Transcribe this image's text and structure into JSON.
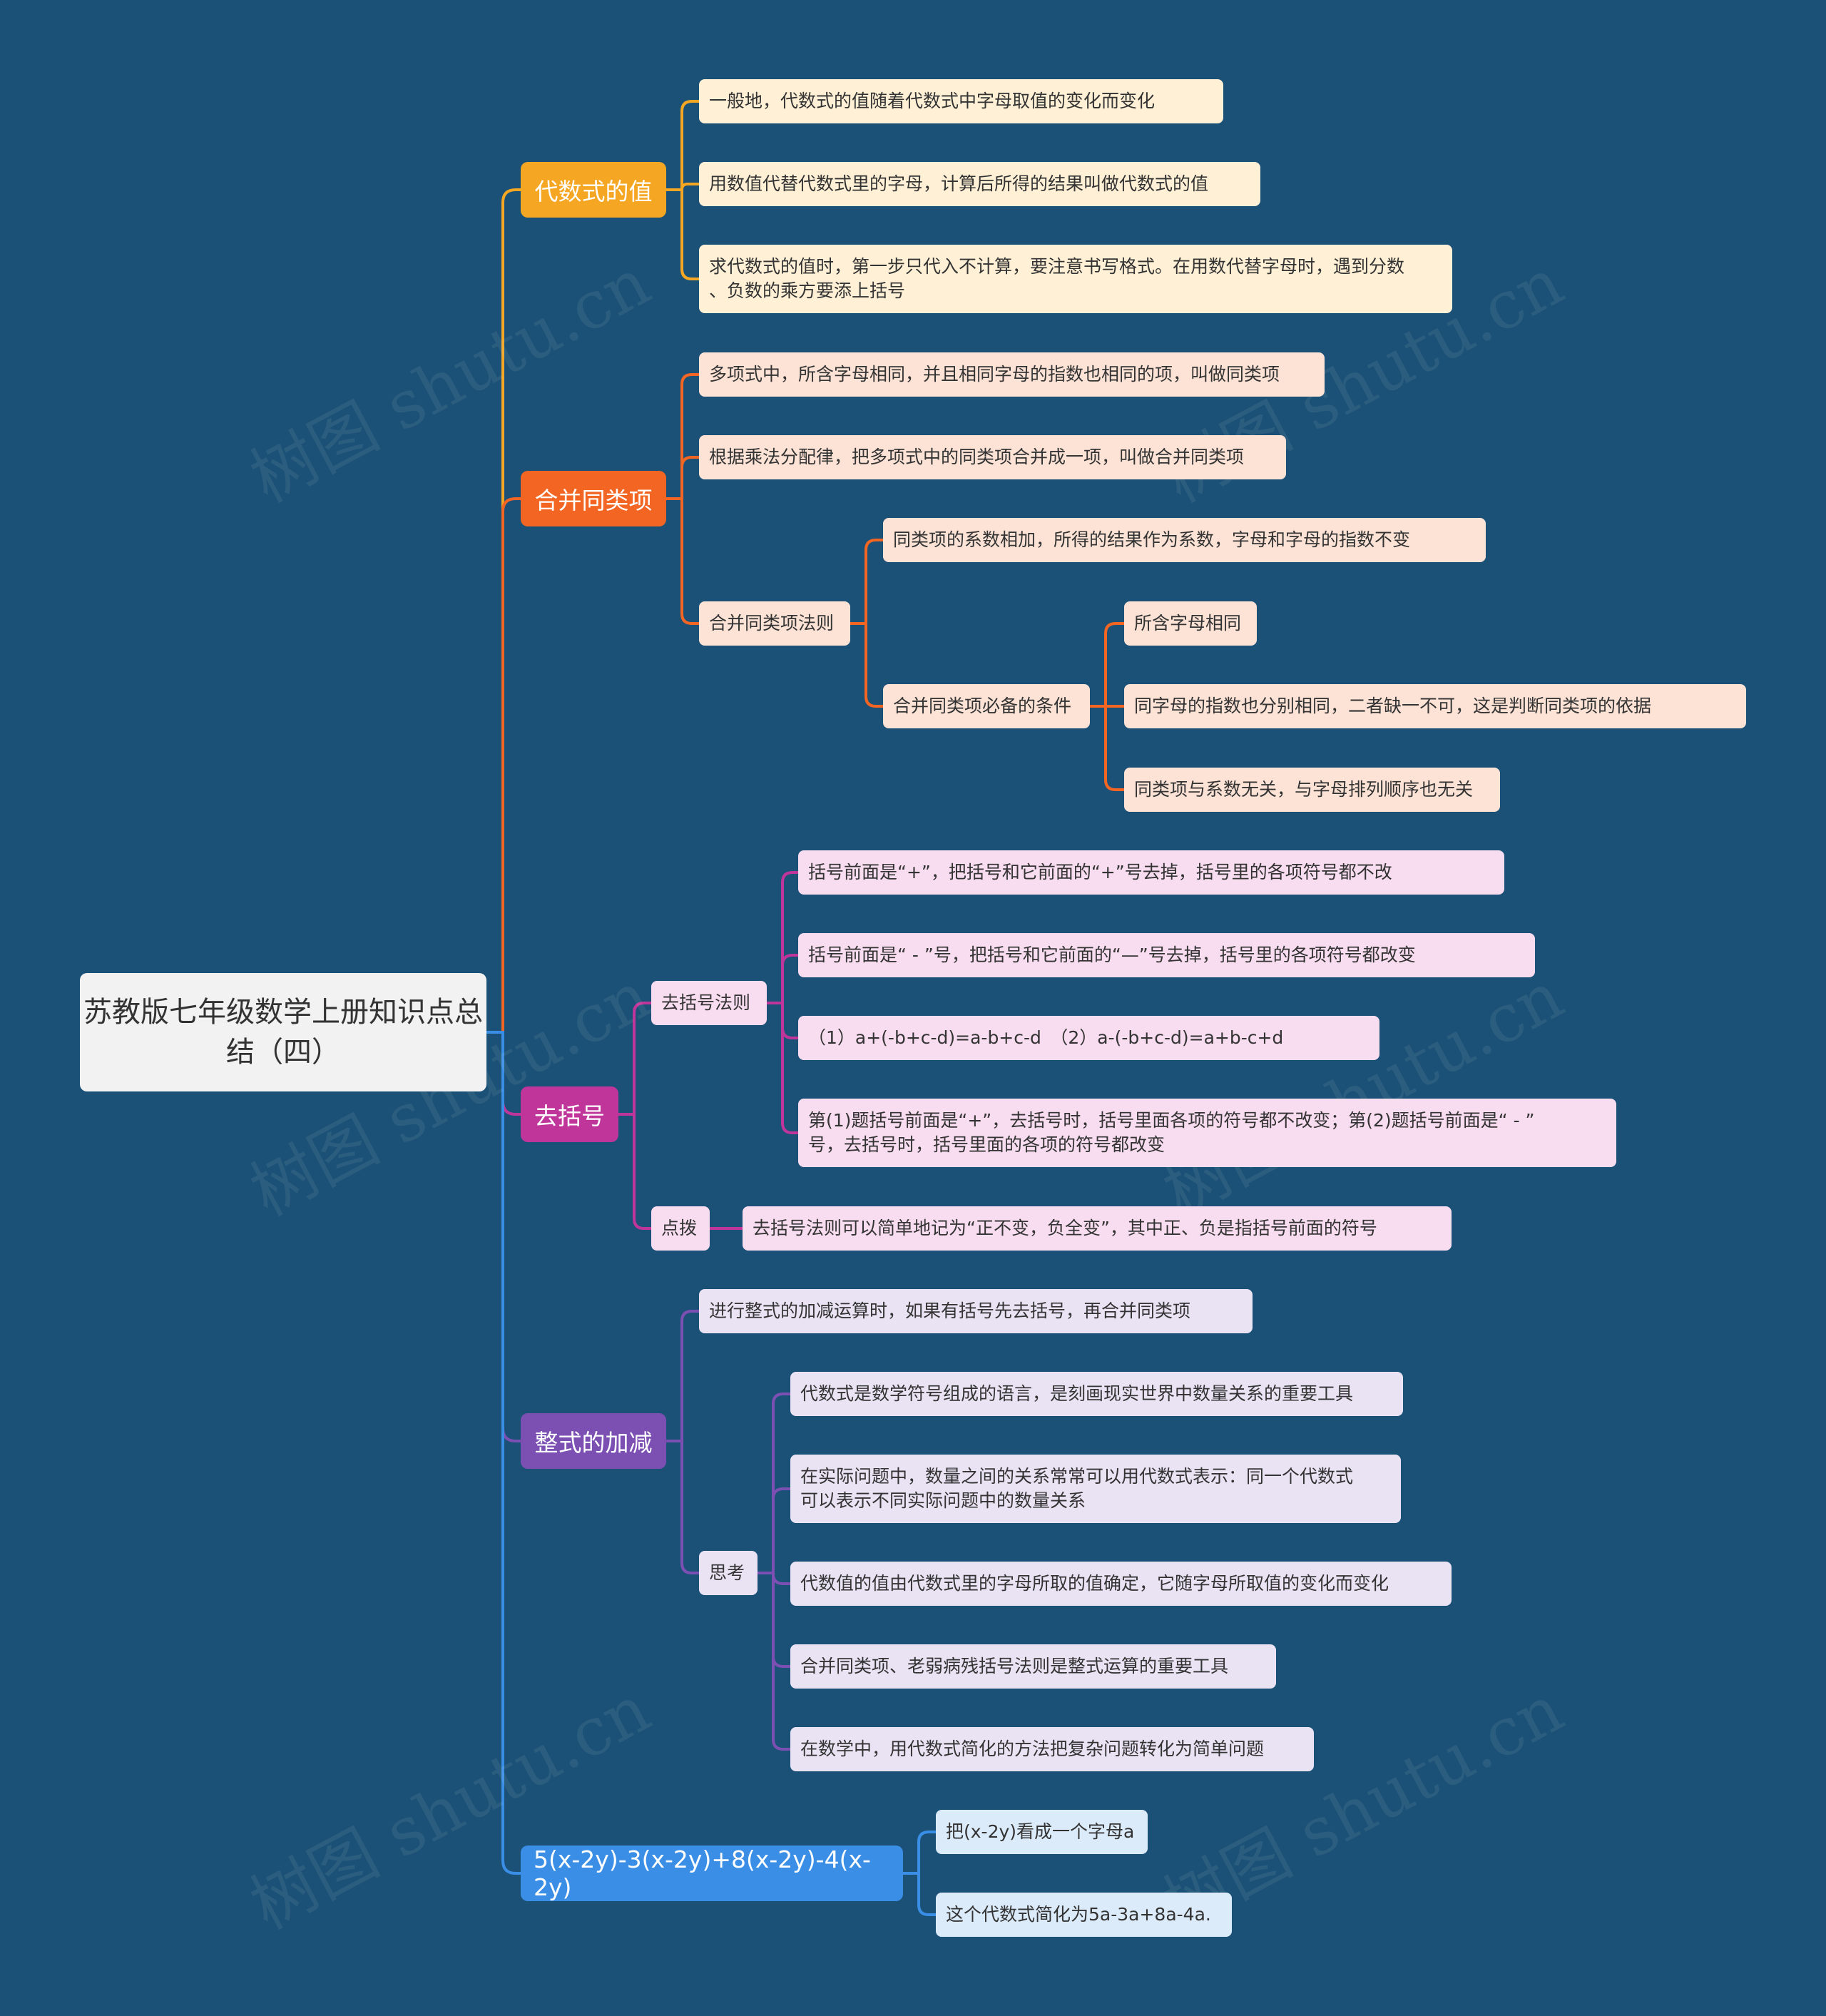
{
  "title": "苏教版七年级数学上册知识点总结（四）",
  "watermark": "树图 shutu.cn",
  "colors": {
    "background": "#1b5176",
    "branch_1": "#f5a623",
    "branch_2": "#f26522",
    "branch_3": "#c0359a",
    "branch_4": "#7c4fb3",
    "branch_5": "#3a8ee6"
  },
  "branches": {
    "value": {
      "label": "代数式的值",
      "items": [
        "一般地，代数式的值随着代数式中字母取值的变化而变化",
        "用数值代替代数式里的字母，计算后所得的结果叫做代数式的值",
        "求代数式的值时，第一步只代入不计算，要注意书写格式。在用数代替字母时，遇到分数\n、负数的乘方要添上括号"
      ]
    },
    "combine": {
      "label": "合并同类项",
      "items": [
        "多项式中，所含字母相同，并且相同字母的指数也相同的项，叫做同类项",
        "根据乘法分配律，把多项式中的同类项合并成一项，叫做合并同类项"
      ],
      "rule": {
        "label": "合并同类项法则",
        "item": "同类项的系数相加，所得的结果作为系数，字母和字母的指数不变",
        "conditions": {
          "label": "合并同类项必备的条件",
          "items": [
            "所含字母相同",
            "同字母的指数也分别相同，二者缺一不可，这是判断同类项的依据",
            "同类项与系数无关，与字母排列顺序也无关"
          ]
        }
      }
    },
    "brackets": {
      "label": "去括号",
      "rule": {
        "label": "去括号法则",
        "items": [
          "括号前面是“+”，把括号和它前面的“+”号去掉，括号里的各项符号都不改",
          "括号前面是“ - ”号，把括号和它前面的“—”号去掉，括号里的各项符号都改变",
          "（1）a+(-b+c-d)=a-b+c-d　（2）a-(-b+c-d)=a+b-c+d",
          "第(1)题括号前面是“+”，去括号时，括号里面各项的符号都不改变；第(2)题括号前面是“ - ”\n号，去括号时，括号里面的各项的符号都改变"
        ]
      },
      "tip": {
        "label": "点拨",
        "item": "去括号法则可以简单地记为“正不变，负全变”，其中正、负是指括号前面的符号"
      }
    },
    "addsub": {
      "label": "整式的加减",
      "item": "进行整式的加减运算时，如果有括号先去括号，再合并同类项",
      "think": {
        "label": "思考",
        "items": [
          "代数式是数学符号组成的语言，是刻画现实世界中数量关系的重要工具",
          "在实际问题中，数量之间的关系常常可以用代数式表示：同一个代数式\n可以表示不同实际问题中的数量关系",
          "代数值的值由代数式里的字母所取的值确定，它随字母所取值的变化而变化",
          "合并同类项、老弱病残括号法则是整式运算的重要工具",
          "在数学中，用代数式简化的方法把复杂问题转化为简单问题"
        ]
      }
    },
    "example": {
      "label": "5(x-2y)-3(x-2y)+8(x-2y)-4(x-2y)",
      "items": [
        "把(x-2y)看成一个字母a",
        "这个代数式简化为5a-3a+8a-4a."
      ]
    }
  }
}
